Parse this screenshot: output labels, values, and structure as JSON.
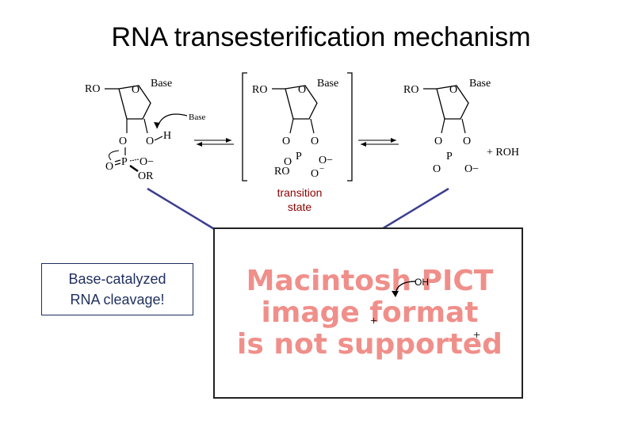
{
  "title": "RNA transesterification mechanism",
  "molecule_labels": {
    "ro": "RO",
    "o": "O",
    "base": "Base",
    "h": "H",
    "p": "P",
    "o_minus": "O−",
    "or": "OR",
    "roh": "+  ROH",
    "minus": "−"
  },
  "transition_state_label": {
    "line1": "transition",
    "line2": "state"
  },
  "side_note": {
    "line1": "Base-catalyzed",
    "line2": "RNA cleavage!"
  },
  "placeholder": {
    "line1": "Macintosh PICT",
    "line2": "image format",
    "line3": "is not supported",
    "oh": "OH",
    "plus": "+"
  },
  "colors": {
    "connector_line": "#3b3f8f",
    "placeholder_text": "#f08f8a",
    "transition_text": "#8b0000",
    "note_text": "#1f2f5f"
  }
}
